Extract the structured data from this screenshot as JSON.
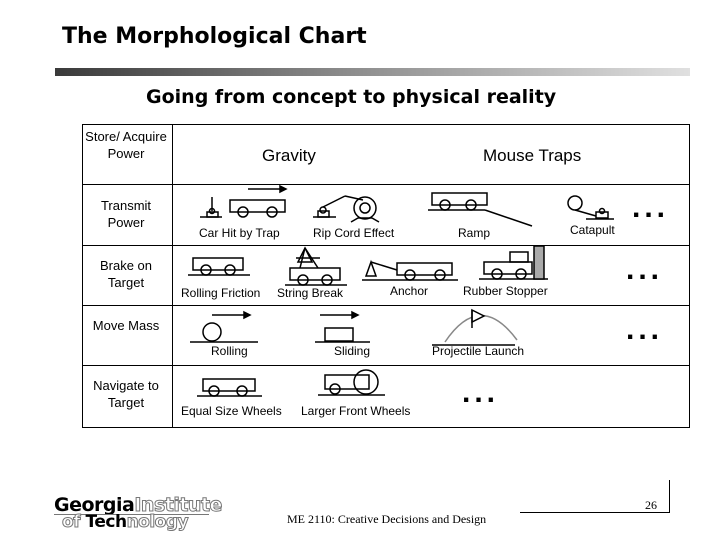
{
  "title": "The Morphological Chart",
  "subtitle": "Going from concept to physical reality",
  "functions": [
    "Store/ Acquire Power",
    "Transmit Power",
    "Brake on Target",
    "Move Mass",
    "Navigate to Target"
  ],
  "concepts": {
    "gravity": "Gravity",
    "mouse_traps": "Mouse Traps",
    "car_hit_by_trap": "Car Hit by Trap",
    "rip_cord_effect": "Rip Cord Effect",
    "ramp": "Ramp",
    "catapult": "Catapult",
    "rolling_friction": "Rolling Friction",
    "string_break": "String Break",
    "anchor": "Anchor",
    "rubber_stopper": "Rubber Stopper",
    "rolling": "Rolling",
    "sliding": "Sliding",
    "projectile_launch": "Projectile Launch",
    "equal_size_wheels": "Equal Size Wheels",
    "larger_front_wheels": "Larger Front Wheels"
  },
  "ellipsis": "...",
  "footer": {
    "course": "ME 2110: Creative Decisions and Design",
    "page": "26",
    "logo_line1_a": "Georgia",
    "logo_line1_b": "Institute",
    "logo_line2_a": "of ",
    "logo_line2_b": "Tech",
    "logo_line2_c": "nology"
  }
}
